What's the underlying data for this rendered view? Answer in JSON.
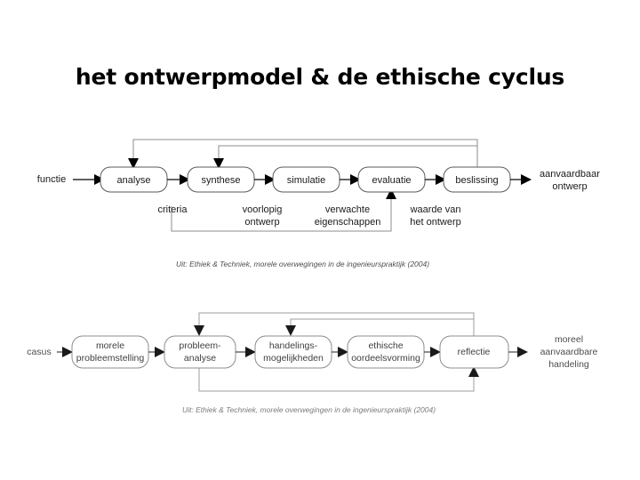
{
  "slide": {
    "title": "het ontwerpmodel & de ethische cyclus",
    "background": "#ffffff",
    "text_color": "#000000"
  },
  "diagram_design": {
    "name": "het ontwerpmodel",
    "input_label": "functie",
    "output_label_line1": "aanvaardbaar",
    "output_label_line2": "ontwerp",
    "nodes": [
      {
        "id": "analyse",
        "label": "analyse"
      },
      {
        "id": "synthese",
        "label": "synthese"
      },
      {
        "id": "simulatie",
        "label": "simulatie"
      },
      {
        "id": "evaluatie",
        "label": "evaluatie"
      },
      {
        "id": "beslissing",
        "label": "beslissing"
      }
    ],
    "edge_labels": [
      {
        "id": "criteria",
        "line1": "criteria",
        "line2": ""
      },
      {
        "id": "voorlopig-ontwerp",
        "line1": "voorlopig",
        "line2": "ontwerp"
      },
      {
        "id": "verwachte-eigenschappen",
        "line1": "verwachte",
        "line2": "eigenschappen"
      },
      {
        "id": "waarde-van-het-ontwerp",
        "line1": "waarde van",
        "line2": "het ontwerp"
      }
    ],
    "source_note": "Uit: Ethiek & Techniek, morele overwegingen in de ingenieurspraktijk (2004)"
  },
  "diagram_ethics": {
    "name": "de ethische cyclus",
    "input_label": "casus",
    "output_label_line1": "moreel",
    "output_label_line2": "aanvaardbare",
    "output_label_line3": "handeling",
    "nodes": [
      {
        "id": "morele-probleemstelling",
        "line1": "morele",
        "line2": "probleemstelling"
      },
      {
        "id": "probleem-analyse",
        "line1": "probleem-",
        "line2": "analyse"
      },
      {
        "id": "handelings-mogelijkheden",
        "line1": "handelings-",
        "line2": "mogelijkheden"
      },
      {
        "id": "ethische-oordeelsvorming",
        "line1": "ethische",
        "line2": "oordeelsvorming"
      },
      {
        "id": "reflectie",
        "line1": "reflectie",
        "line2": ""
      }
    ],
    "source_note": "Uit: Ethiek & Techniek, morele overwegingen in de ingenieurspraktijk (2004)"
  },
  "chart_data": {
    "type": "diagram",
    "title": "het ontwerpmodel & de ethische cyclus",
    "diagrams": [
      {
        "name": "het ontwerpmodel",
        "flow": [
          "functie",
          "analyse",
          "synthese",
          "simulatie",
          "evaluatie",
          "beslissing",
          "aanvaardbaar ontwerp"
        ],
        "intermediate_outputs": [
          "criteria",
          "voorlopig ontwerp",
          "verwachte eigenschappen",
          "waarde van het ontwerp"
        ],
        "feedback_edges": [
          {
            "from": "beslissing",
            "to": "synthese"
          },
          {
            "from": "beslissing",
            "to": "analyse"
          },
          {
            "from": "criteria",
            "to": "evaluatie"
          }
        ],
        "source": "Uit: Ethiek & Techniek, morele overwegingen in de ingenieurspraktijk (2004)"
      },
      {
        "name": "de ethische cyclus",
        "flow": [
          "casus",
          "morele probleemstelling",
          "probleem-analyse",
          "handelings-mogelijkheden",
          "ethische oordeelsvorming",
          "reflectie",
          "moreel aanvaardbare handeling"
        ],
        "feedback_edges": [
          {
            "from": "reflectie",
            "to": "handelings-mogelijkheden"
          },
          {
            "from": "reflectie",
            "to": "probleem-analyse"
          },
          {
            "from": "probleem-analyse",
            "to": "reflectie"
          }
        ],
        "source": "Uit: Ethiek & Techniek, morele overwegingen in de ingenieurspraktijk (2004)"
      }
    ]
  }
}
